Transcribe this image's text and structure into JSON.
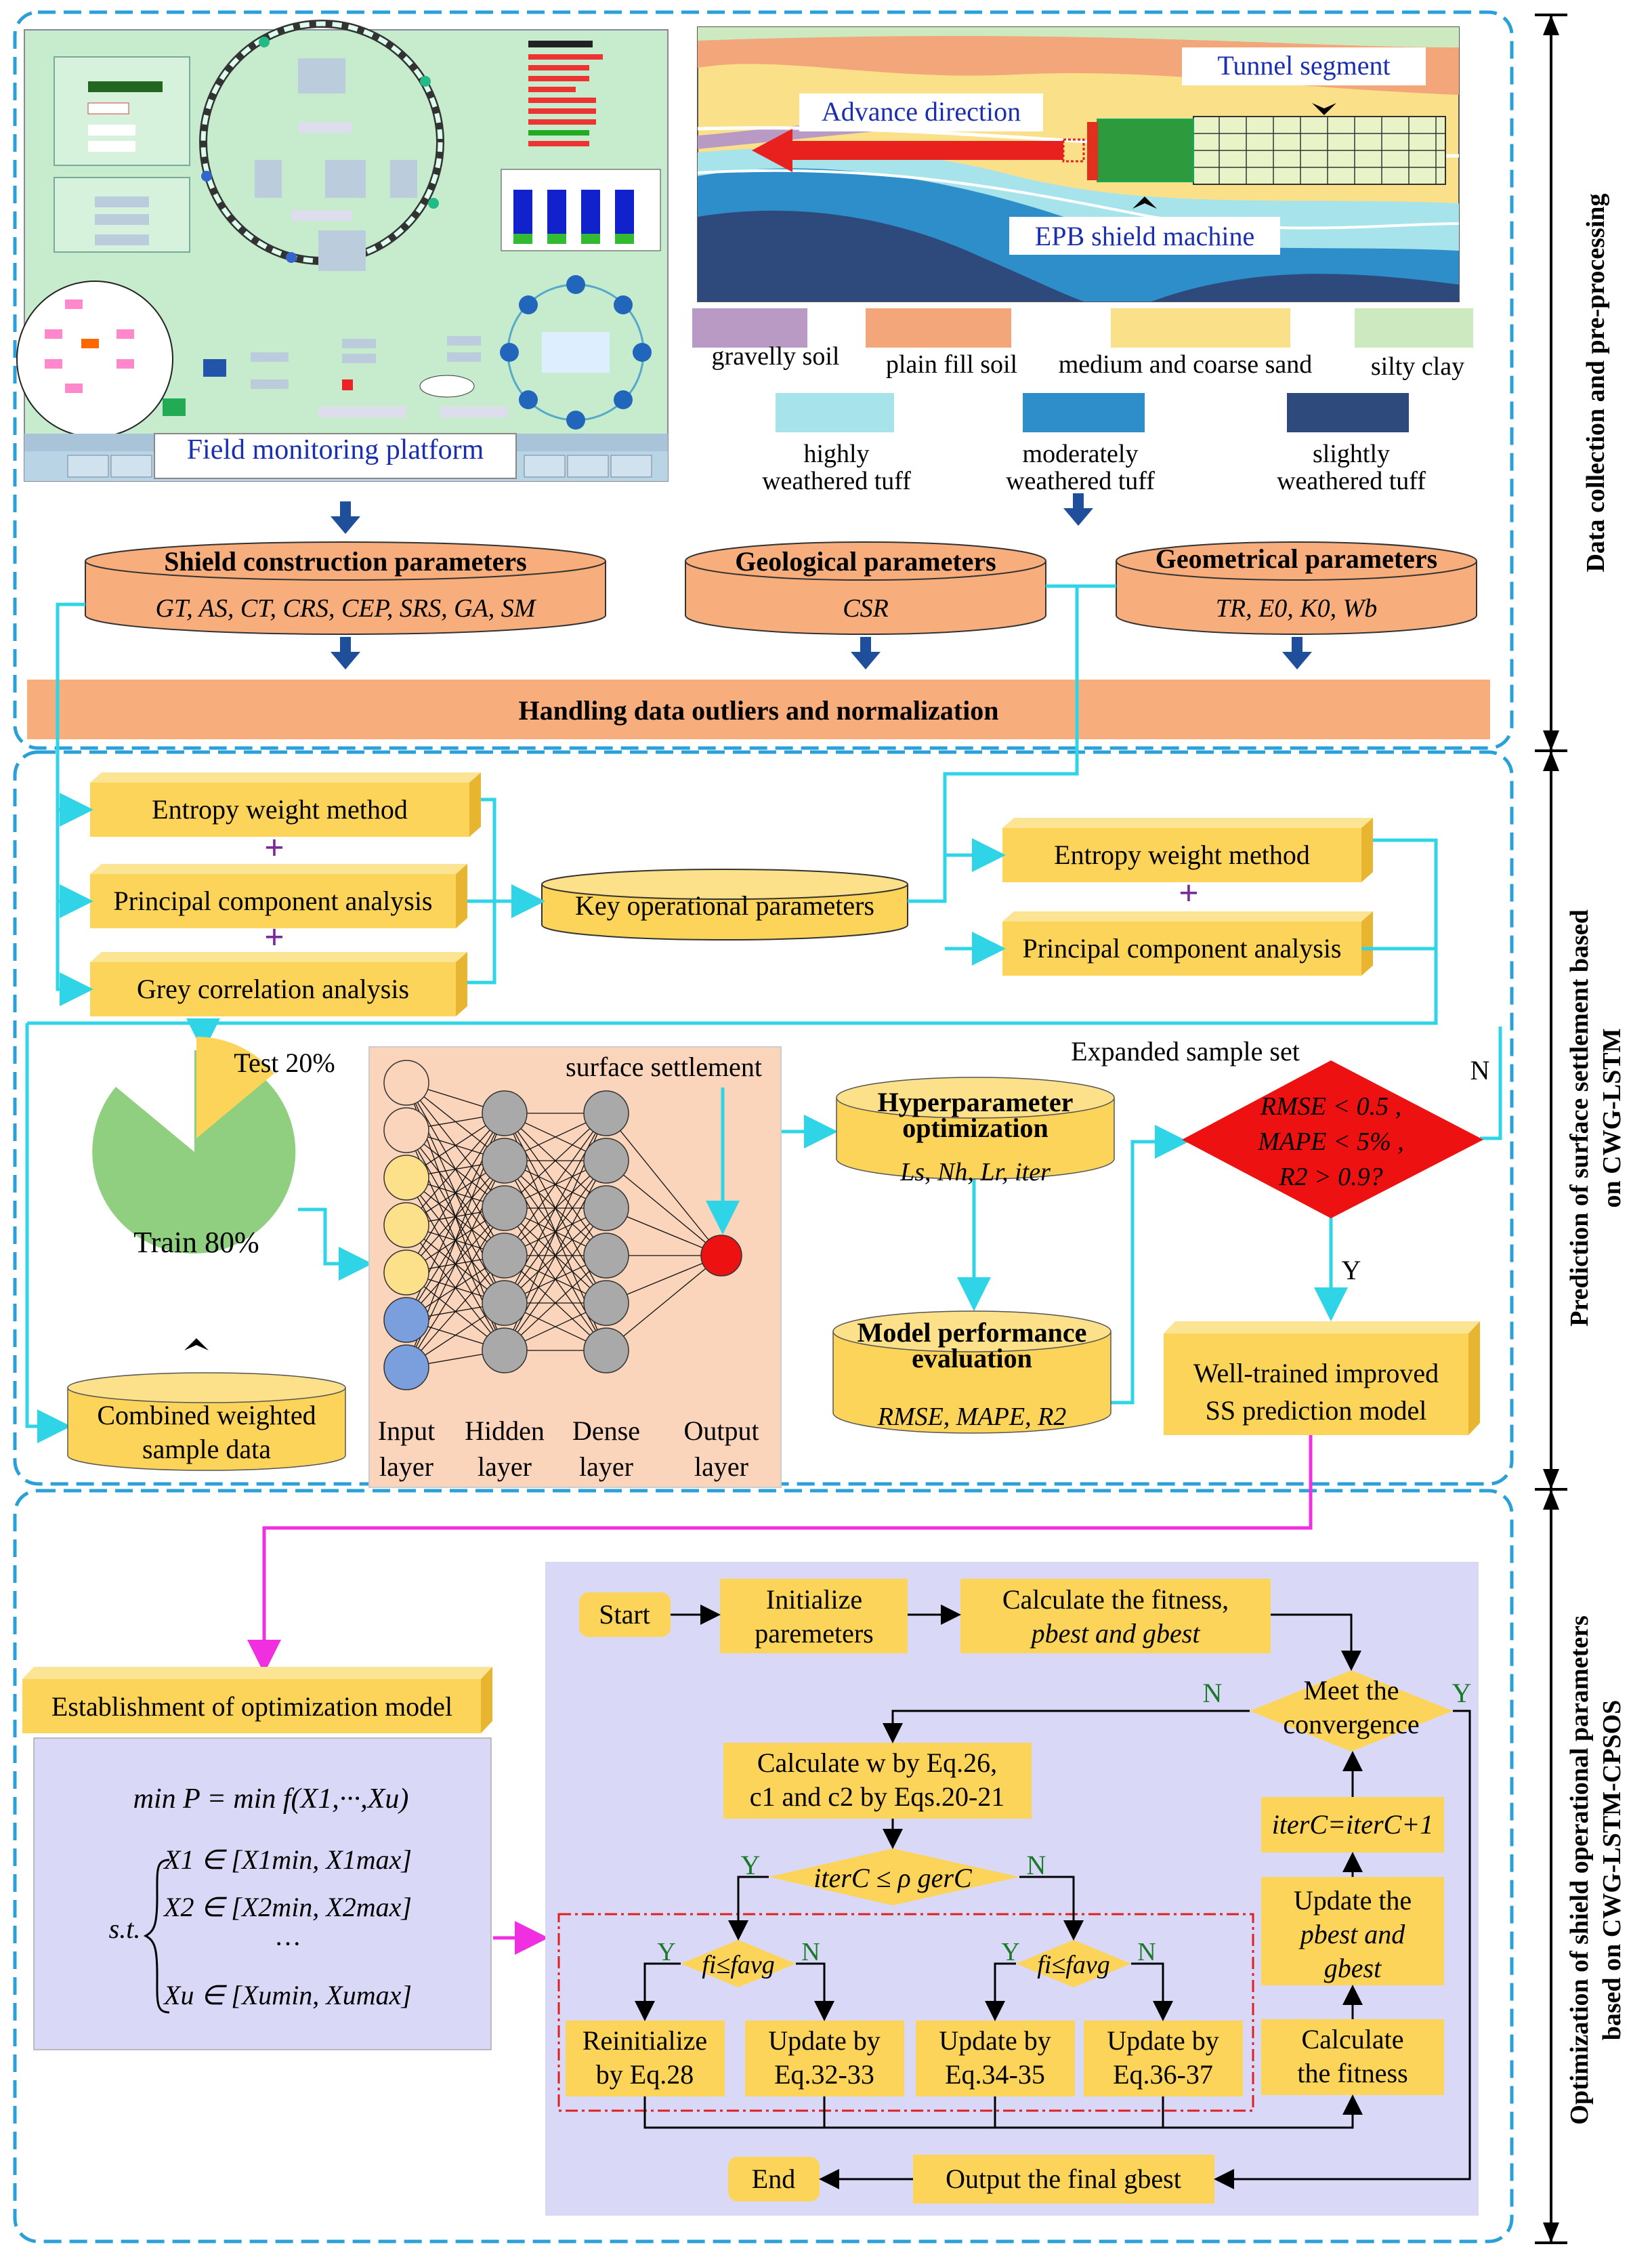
{
  "section_labels": {
    "s1": "Data collection and pre-processing",
    "s2_line1": "Prediction of surface settlement based",
    "s2_line2": "on CWG-LSTM",
    "s3_line1": "Optimization of  shield operational parameters",
    "s3_line2": "based on CWG-LSTM-CPSOS"
  },
  "monitoring": {
    "caption": "Field monitoring platform"
  },
  "geology": {
    "tunnel_segment": "Tunnel segment",
    "advance_direction": "Advance direction",
    "epb_machine": "EPB shield machine",
    "legend": [
      {
        "label": "gravelly soil",
        "color": "#b99ac4"
      },
      {
        "label": "plain fill soil",
        "color": "#f2a67a"
      },
      {
        "label": "medium and coarse sand",
        "color": "#fbe08a"
      },
      {
        "label": "silty clay",
        "color": "#cce9c0"
      },
      {
        "label_line1": "highly",
        "label_line2": "weathered tuff",
        "color": "#a6e3ea"
      },
      {
        "label_line1": "moderately",
        "label_line2": "weathered tuff",
        "color": "#2e8ec9"
      },
      {
        "label_line1": "slightly",
        "label_line2": "weathered tuff",
        "color": "#2e4a7d"
      }
    ]
  },
  "params": {
    "shield_title": "Shield construction parameters",
    "shield_vars": "GT, AS, CT, CRS, CEP, SRS, GA, SM",
    "geo_title": "Geological parameters",
    "geo_vars": "CSR",
    "geom_title": "Geometrical parameters",
    "geom_vars": "TR, E0, K0, Wb"
  },
  "handling": "Handling data outliers and normalization",
  "weighting": {
    "entropy": "Entropy weight method",
    "pca": "Principal component analysis",
    "grey": "Grey correlation analysis",
    "plus": "+",
    "key_params": "Key operational parameters"
  },
  "model": {
    "test": "Test 20%",
    "train": "Train 80%",
    "combined_line1": "Combined weighted",
    "combined_line2": "sample data",
    "surface_settlement": "surface settlement",
    "layers": {
      "input_1": "Input",
      "input_2": "layer",
      "hidden_1": "Hidden",
      "hidden_2": "layer",
      "dense_1": "Dense",
      "dense_2": "layer",
      "output_1": "Output",
      "output_2": "layer"
    },
    "hyper_line1": "Hyperparameter",
    "hyper_line2": "optimization",
    "hyper_vars": "Ls, Nh, Lr, iter",
    "perf_line1": "Model performance",
    "perf_line2": "evaluation",
    "perf_vars": "RMSE, MAPE, R2",
    "expanded": "Expanded sample set",
    "cond_line1": "RMSE < 0.5 ,",
    "cond_line2": "MAPE < 5% ,",
    "cond_line3": "R2 > 0.9?",
    "no": "N",
    "yes": "Y",
    "trained_line1": "Well-trained improved",
    "trained_line2": "SS prediction model"
  },
  "optimization": {
    "title": "Establishment of optimization model",
    "objective": "min P = min f(X1,···,Xu)",
    "constraints": [
      "X1 ∈ [X1min, X1max]",
      "X2 ∈ [X2min, X2max]",
      "···",
      "Xu ∈ [Xumin, Xumax]"
    ],
    "st": "s.t.",
    "start": "Start",
    "init_line1": "Initialize",
    "init_line2": "paremeters",
    "fitness_line1": "Calculate the fitness,",
    "fitness_line2": "pbest and gbest",
    "meet_line1": "Meet the",
    "meet_line2": "convergence",
    "calc_w_line1": "Calculate w by Eq.26,",
    "calc_w_line2": "c1 and c2 by Eqs.20-21",
    "iter_cond": "iterC ≤ ρ gerC",
    "fi_cond": "fi≤favg",
    "reinit_line1": "Reinitialize",
    "reinit_line2": "by Eq.28",
    "upd1_line1": "Update by",
    "upd1_line2": "Eq.32-33",
    "upd2_line1": "Update by",
    "upd2_line2": "Eq.34-35",
    "upd3_line1": "Update by",
    "upd3_line2": "Eq.36-37",
    "iter_update": "iterC=iterC+1",
    "upd_pbest_line1": "Update the",
    "upd_pbest_line2": "pbest and",
    "upd_pbest_line3": "gbest",
    "calc_fit_line1": "Calculate",
    "calc_fit_line2": "the fitness",
    "end": "End",
    "output": "Output the final gbest",
    "y": "Y",
    "n": "N"
  },
  "colors": {
    "cyan_line": "#2fd5e6",
    "magenta_line": "#f030e0",
    "section_border": "#2a9fd8",
    "orange_fill": "#f7ae7c",
    "yellow_fill": "#fdd45a",
    "panel_purple": "#d9d8f7",
    "panel_peach": "#fad4bb",
    "diamond_red": "#ee1111",
    "arrow_blue": "#1f4f9a"
  }
}
